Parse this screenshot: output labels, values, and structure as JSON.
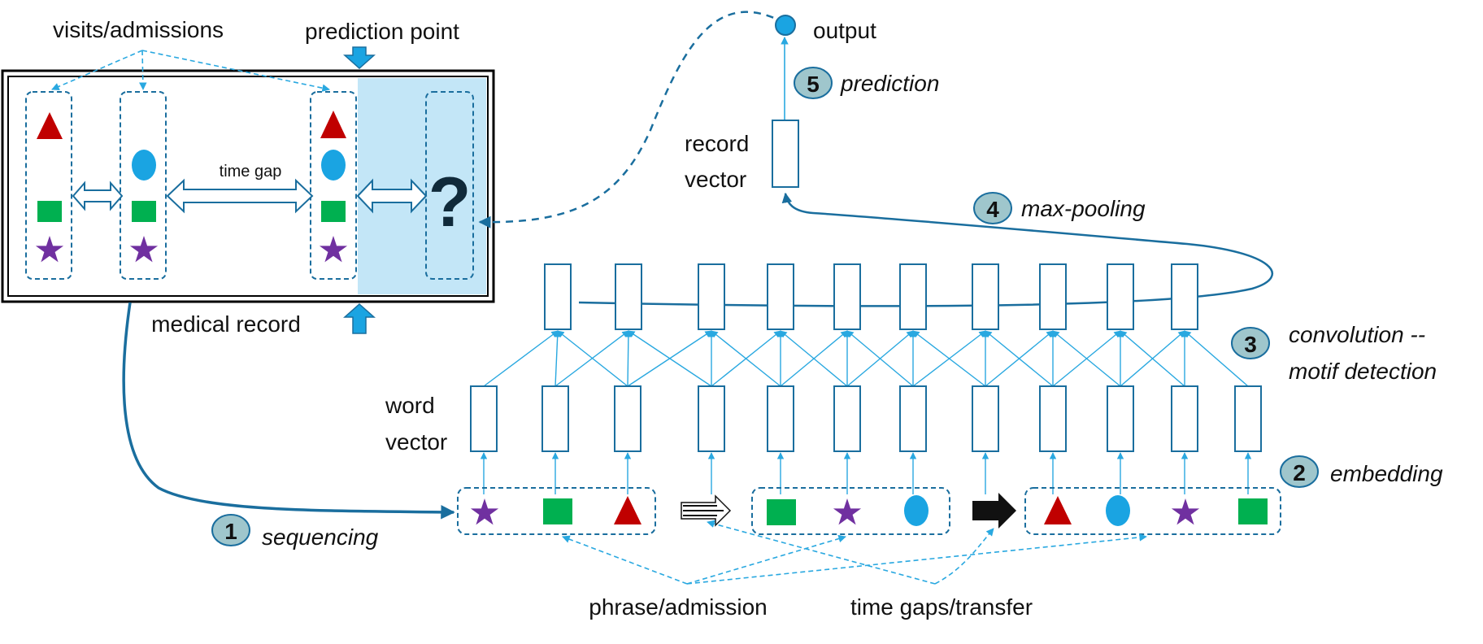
{
  "labels": {
    "visits": "visits/admissions",
    "prediction_point": "prediction point",
    "time_gap": "time gap",
    "medical_record": "medical record",
    "output": "output",
    "record_vector_1": "record",
    "record_vector_2": "vector",
    "word_vector_1": "word",
    "word_vector_2": "vector",
    "phrase": "phrase/admission",
    "time_gaps": "time gaps/transfer",
    "question": "?"
  },
  "steps": [
    {
      "num": "1",
      "label": "sequencing"
    },
    {
      "num": "2",
      "label": "embedding"
    },
    {
      "num": "3",
      "label": "convolution --",
      "label2": "motif detection"
    },
    {
      "num": "4",
      "label": "max-pooling"
    },
    {
      "num": "5",
      "label": "prediction"
    }
  ],
  "colors": {
    "primary": "#1a6e9e",
    "light_blue": "#29a8e0",
    "highlight": "#c3e6f7",
    "triangle": "#c00000",
    "circle": "#1aa4e2",
    "square": "#00b050",
    "star": "#7030a0",
    "badge": "#9fc6cc",
    "arrow_black": "#111111"
  },
  "visits": [
    {
      "symbols": [
        "triangle",
        "square",
        "star"
      ]
    },
    {
      "symbols": [
        "circle",
        "square",
        "star"
      ]
    },
    {
      "symbols": [
        "triangle",
        "circle",
        "square",
        "star"
      ]
    }
  ],
  "sequence_groups": [
    [
      "star",
      "square",
      "triangle"
    ],
    [
      "square",
      "star",
      "circle"
    ],
    [
      "triangle",
      "circle",
      "star",
      "square"
    ]
  ]
}
